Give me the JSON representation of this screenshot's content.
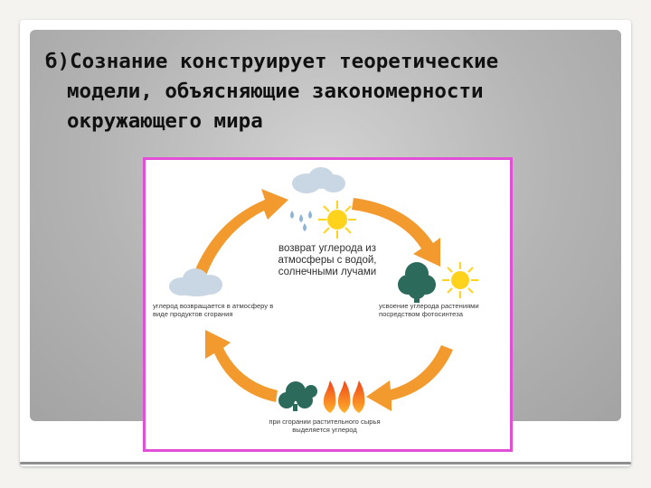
{
  "slide": {
    "heading_lines": [
      "б)Сознание конструирует теоретические",
      "модели, объясняющие закономерности",
      "окружающего мира"
    ]
  },
  "diagram": {
    "label_top": "возврат углерода из атмосферы с водой, солнечными лучами",
    "label_right": "усвоение углерода растениями посредством фотосинтеза",
    "label_left": "углерод возвращается в атмосферу в виде продуктов сгорания",
    "label_bottom": "при сгорании растительного сырья выделяется углерод",
    "colors": {
      "arrow": "#f29a2e",
      "sun": "#ffd21c",
      "tree": "#2c6a5c",
      "cloud": "#c9d6e3",
      "flame": "#f0561c",
      "border": "#e04fd6"
    }
  }
}
